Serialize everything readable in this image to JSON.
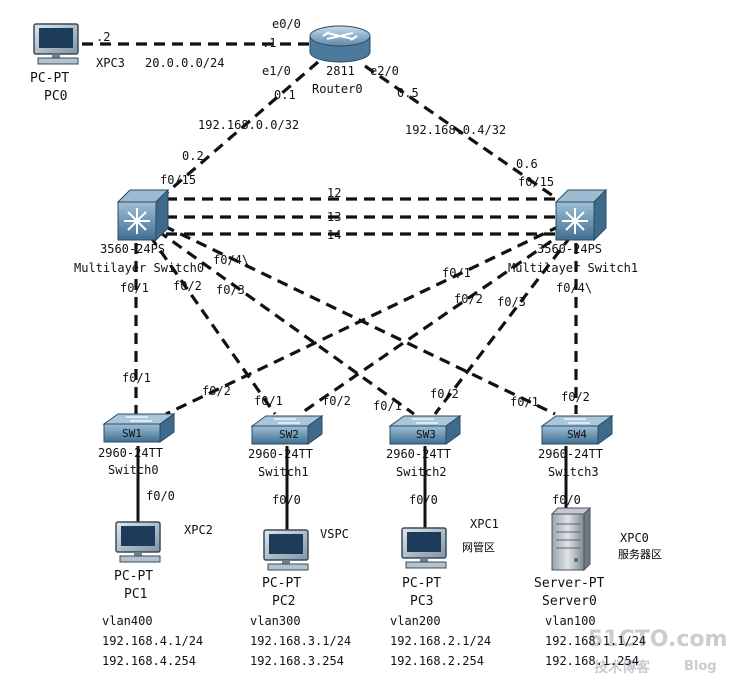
{
  "pc0": {
    "type": "PC-PT",
    "name": "PC0",
    "tag": "XPC3",
    "ip_suffix": ".2",
    "network": "20.0.0.0/24"
  },
  "router": {
    "model": "2811",
    "name": "Router0",
    "if_e00": "e0/0",
    "if_e00_ip": ".1",
    "if_e10": "e1/0",
    "if_e10_ip": "0.1",
    "if_e20": "e2/0",
    "if_e20_ip": "0.5"
  },
  "links": {
    "r_mls0_net": "192.168.0.0/32",
    "mls0_uplink_ip": "0.2",
    "mls0_uplink_port": "f0/15",
    "r_mls1_net": "192.168.0.4/32",
    "mls1_uplink_ip": "0.6",
    "mls1_uplink_port": "f0/15",
    "trunk_labels": [
      "12",
      "13",
      "14"
    ]
  },
  "mls0": {
    "model": "3560-24PS",
    "name": "Multilayer Switch0",
    "ports": {
      "f01": "f0/1",
      "f02": "f0/2",
      "f03": "f0/3",
      "f04": "f0/4\\"
    }
  },
  "mls1": {
    "model": "3560-24PS",
    "name": "Multilayer Switch1",
    "ports": {
      "f01": "f0/1",
      "f02": "f0/2",
      "f03": "f0/3",
      "f04": "f0/4\\"
    }
  },
  "switches": [
    {
      "badge": "SW1",
      "model": "2960-24TT",
      "name": "Switch0",
      "port_a": "f0/1",
      "port_b": "f0/2",
      "down": "f0/0"
    },
    {
      "badge": "SW2",
      "model": "2960-24TT",
      "name": "Switch1",
      "port_a": "f0/1",
      "port_b": "f0/2",
      "down": "f0/0"
    },
    {
      "badge": "SW3",
      "model": "2960-24TT",
      "name": "Switch2",
      "port_a": "f0/1",
      "port_b": "f0/2",
      "down": "f0/0"
    },
    {
      "badge": "SW4",
      "model": "2960-24TT",
      "name": "Switch3",
      "port_a": "f0/1",
      "port_b": "f0/2",
      "down": "f0/0"
    }
  ],
  "hosts": [
    {
      "type": "PC-PT",
      "name": "PC1",
      "tag": "XPC2",
      "zone": "",
      "vlan": "vlan400",
      "ip": "192.168.4.1/24",
      "gw": "192.168.4.254"
    },
    {
      "type": "PC-PT",
      "name": "PC2",
      "tag": "VSPC",
      "zone": "",
      "vlan": "vlan300",
      "ip": "192.168.3.1/24",
      "gw": "192.168.3.254"
    },
    {
      "type": "PC-PT",
      "name": "PC3",
      "tag": "XPC1",
      "zone": "网管区",
      "vlan": "vlan200",
      "ip": "192.168.2.1/24",
      "gw": "192.168.2.254"
    },
    {
      "type": "Server-PT",
      "name": "Server0",
      "tag": "XPC0",
      "zone": "服务器区",
      "vlan": "vlan100",
      "ip": "192.168.1.1/24",
      "gw": "192.168.1.254"
    }
  ],
  "watermark": {
    "site": "51CTO.com",
    "sub": "技术博客",
    "blog": "Blog"
  }
}
